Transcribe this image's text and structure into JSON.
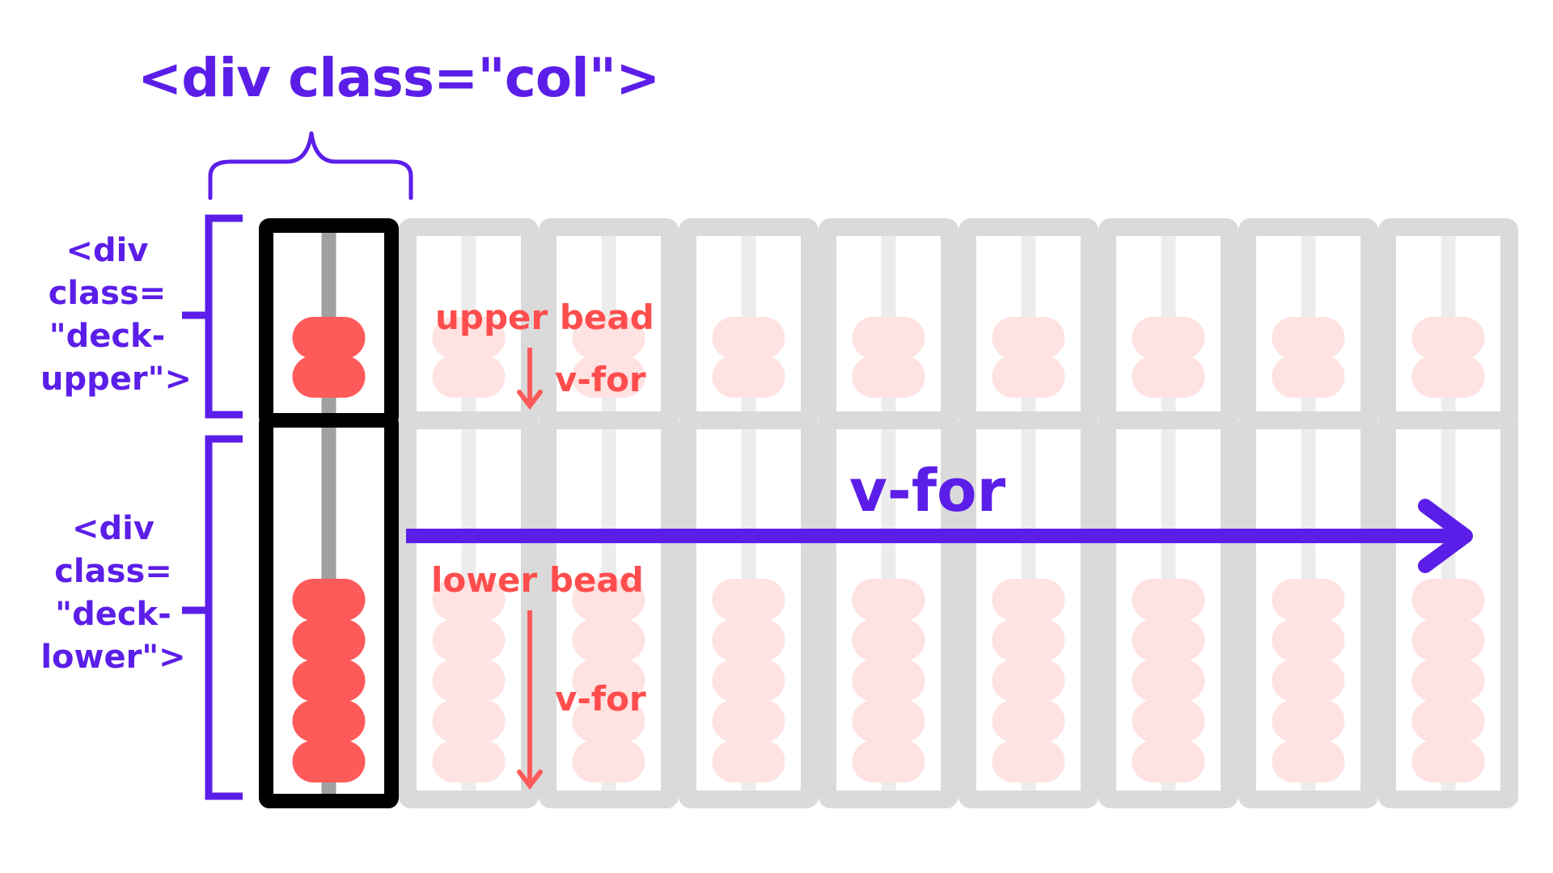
{
  "title": "<div class=\"col\">",
  "deck_upper_label": [
    "<div",
    "class=",
    "\"deck-",
    "upper\">"
  ],
  "deck_lower_label": [
    "<div",
    "class=",
    "\"deck-",
    "lower\">"
  ],
  "upper_bead_label": "upper bead",
  "lower_bead_label": "lower bead",
  "upper_loop_label": "v-for",
  "lower_loop_label": "v-for",
  "column_loop_label": "v-for",
  "abacus": {
    "columns": 9,
    "upper_beads_per_column": 2,
    "lower_beads_per_column": 5,
    "highlighted_column": 1
  },
  "colors": {
    "purple": "#5b1ee8",
    "red": "#ff5a5a",
    "faded_bead": "#ffe2e2",
    "grey_frame": "#dadada",
    "rod": "#a0a0a0",
    "black_frame": "#000000"
  }
}
